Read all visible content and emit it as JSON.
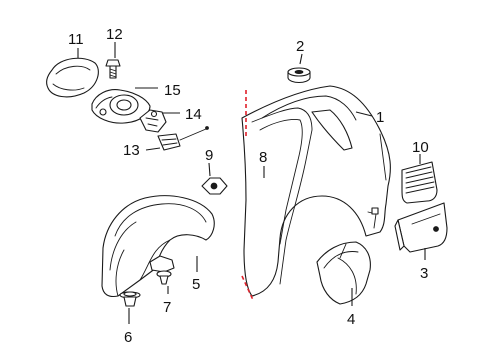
{
  "callouts": {
    "c1": "1",
    "c2": "2",
    "c3": "3",
    "c4": "4",
    "c5": "5",
    "c6": "6",
    "c7": "7",
    "c8": "8",
    "c9": "9",
    "c10": "10",
    "c11": "11",
    "c12": "12",
    "c13": "13",
    "c14": "14",
    "c15": "15"
  },
  "colors": {
    "line": "#1a1a1a",
    "cut_line": "#e0202a",
    "background": "#ffffff"
  }
}
